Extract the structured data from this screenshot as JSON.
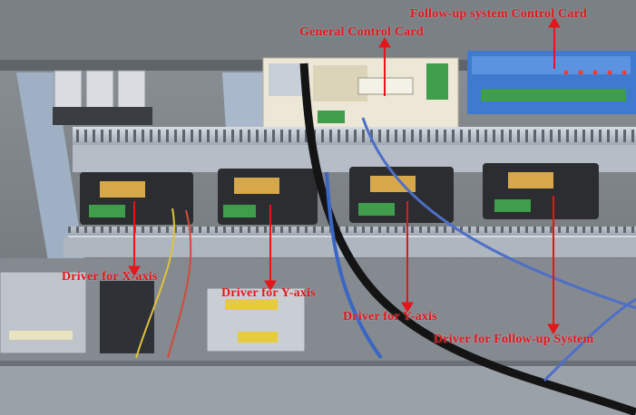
{
  "labels": {
    "follow_up_card": "Follow-up system Control Card",
    "general_card": "General Control Card",
    "driver_x": "Driver for X-axis",
    "driver_y1": "Driver for Y-axis",
    "driver_y2": "Driver for Y-axis",
    "driver_follow": "Driver for Follow-up System"
  },
  "colors": {
    "annotation": "#e3161b",
    "rail": "#c6ccd6",
    "driver_body": "#2b2d30",
    "terminal_green": "#3f9d4b",
    "card_blue": "#3f7ad0"
  }
}
